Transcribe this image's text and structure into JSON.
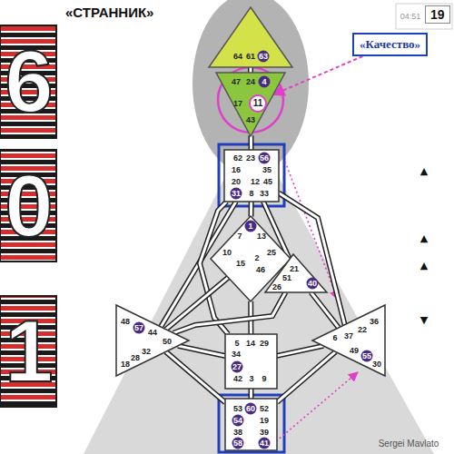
{
  "diagram": {
    "title": "«СТРАННИК»",
    "nodes": [
      {
        "text": [
          "19"
        ]
      },
      {
        "text": [
          "«Качество»"
        ]
      },
      {
        "text": [
          "64",
          "61",
          "63"
        ]
      },
      {
        "text": [
          "47",
          "24",
          "4",
          "17",
          "11",
          "43"
        ]
      },
      {
        "text": [
          "62",
          "23",
          "56",
          "16",
          "35",
          "20",
          "12",
          "45",
          "31",
          "8",
          "33"
        ]
      },
      {
        "text": [
          "1",
          "7",
          "13",
          "10",
          "25",
          "15",
          "2",
          "46"
        ]
      },
      {
        "text": [
          "21",
          "51",
          "26",
          "40"
        ]
      },
      {
        "text": [
          "48",
          "57",
          "44",
          "50",
          "32",
          "28",
          "18"
        ]
      },
      {
        "text": [
          "36",
          "22",
          "6",
          "37",
          "49",
          "55",
          "30"
        ]
      },
      {
        "text": [
          "5",
          "14",
          "29",
          "34",
          "27",
          "42",
          "3",
          "9"
        ]
      },
      {
        "text": [
          "53",
          "60",
          "52",
          "54",
          "19",
          "38",
          "39",
          "58",
          "41"
        ]
      }
    ],
    "edges": [
      {
        "from": 1,
        "to": 3,
        "arrow": "to"
      },
      {
        "from": 2,
        "to": 3,
        "arrow": "none"
      },
      {
        "from": 3,
        "to": 4,
        "arrow": "none"
      },
      {
        "from": 4,
        "to": 5,
        "arrow": "none"
      },
      {
        "from": 4,
        "to": 6,
        "arrow": "none"
      },
      {
        "from": 4,
        "to": 7,
        "arrow": "none"
      },
      {
        "from": 4,
        "to": 8,
        "arrow": "none"
      },
      {
        "from": 4,
        "to": 9,
        "arrow": "none"
      },
      {
        "from": 5,
        "to": 6,
        "arrow": "none"
      },
      {
        "from": 5,
        "to": 7,
        "arrow": "none"
      },
      {
        "from": 5,
        "to": 9,
        "arrow": "none"
      },
      {
        "from": 6,
        "to": 7,
        "arrow": "none"
      },
      {
        "from": 6,
        "to": 8,
        "arrow": "none"
      },
      {
        "from": 7,
        "to": 9,
        "arrow": "none"
      },
      {
        "from": 7,
        "to": 10,
        "arrow": "none"
      },
      {
        "from": 8,
        "to": 9,
        "arrow": "none"
      },
      {
        "from": 8,
        "to": 10,
        "arrow": "none"
      },
      {
        "from": 9,
        "to": 10,
        "arrow": "none"
      }
    ],
    "labels": [
      "04:51",
      "6",
      "0",
      "1",
      "▲",
      "▲",
      "▲",
      "▼",
      "Sergei Mavlato"
    ]
  }
}
